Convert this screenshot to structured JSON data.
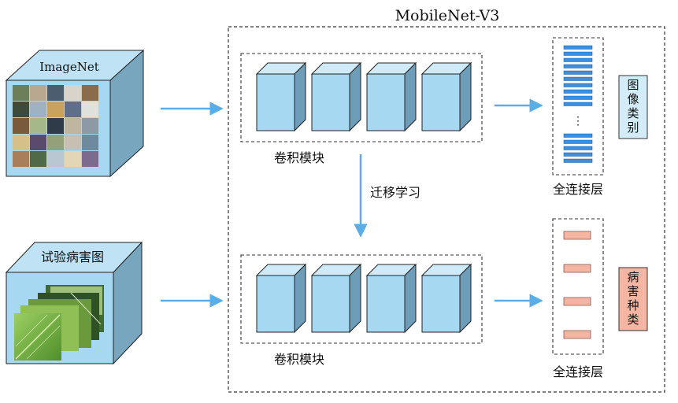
{
  "title": "MobileNet-V3",
  "inputs": {
    "imagenet": {
      "label": "ImageNet"
    },
    "disease": {
      "label": "试验病害图"
    }
  },
  "conv_block_label": "卷积模块",
  "transfer_label": "迁移学习",
  "fc_label": "全连接层",
  "fc_ellipsis": "⋮",
  "outputs": {
    "top": [
      "图",
      "像",
      "类",
      "别"
    ],
    "bottom": [
      "病",
      "害",
      "种",
      "类"
    ]
  },
  "colors": {
    "arrow": "#5aaee8",
    "block_front": "#a6d8f2",
    "block_top": "#cfeaf8",
    "block_side": "#6e9db9",
    "fc_blue": "#3d8fe0",
    "fc_salmon": "#f4b5a2",
    "output_top_bg": "#d3ecf7",
    "output_bottom_bg": "#f4b5a2",
    "dash": "#333333"
  }
}
